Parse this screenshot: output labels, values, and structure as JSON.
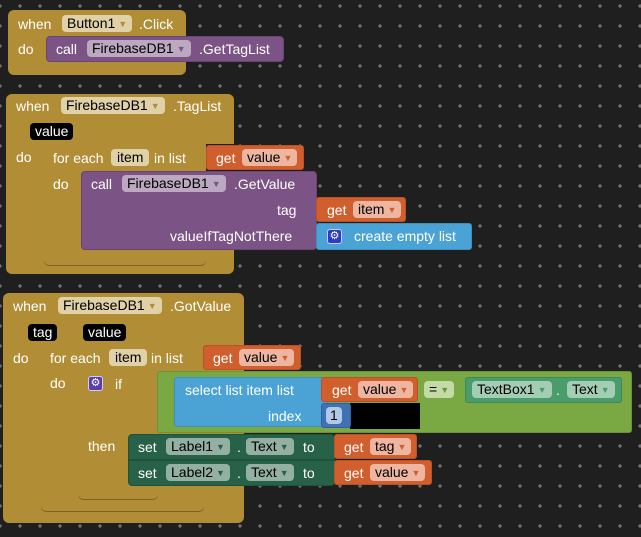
{
  "workspace": {
    "background": "#1f1f1f",
    "blocks": {
      "button_click": {
        "when": "when",
        "component": "Button1",
        "event": ".Click",
        "do": "do",
        "call": {
          "keyword": "call",
          "component": "FirebaseDB1",
          "method": ".GetTagList"
        }
      },
      "tag_list": {
        "when": "when",
        "component": "FirebaseDB1",
        "event": ".TagList",
        "params": [
          "value"
        ],
        "do": "do",
        "foreach": {
          "label": "for each",
          "var": "item",
          "in_list": "in list",
          "get": "get",
          "get_var": "value",
          "do": "do"
        },
        "call": {
          "keyword": "call",
          "component": "FirebaseDB1",
          "method": ".GetValue",
          "arg1_label": "tag",
          "arg1_get": "get",
          "arg1_var": "item",
          "arg2_label": "valueIfTagNotThere",
          "arg2_value": "create empty list"
        }
      },
      "got_value": {
        "when": "when",
        "component": "FirebaseDB1",
        "event": ".GotValue",
        "params": [
          "tag",
          "value"
        ],
        "do": "do",
        "foreach": {
          "label": "for each",
          "var": "item",
          "in_list": "in list",
          "get": "get",
          "get_var": "value",
          "do": "do"
        },
        "if": {
          "keyword": "if",
          "then": "then",
          "select": "select list item  list",
          "index_label": "index",
          "get": "get",
          "get_var": "value",
          "index_value": "1",
          "operator": "=",
          "rhs_component": "TextBox1",
          "rhs_dot": ".",
          "rhs_property": "Text"
        },
        "set1": {
          "keyword": "set",
          "component": "Label1",
          "dot": ".",
          "property": "Text",
          "to": "to",
          "get": "get",
          "get_var": "tag"
        },
        "set2": {
          "keyword": "set",
          "component": "Label2",
          "dot": ".",
          "property": "Text",
          "to": "to",
          "get": "get",
          "get_var": "value"
        }
      }
    }
  },
  "icons": {
    "dropdown": "▼",
    "gear": "⚙"
  }
}
